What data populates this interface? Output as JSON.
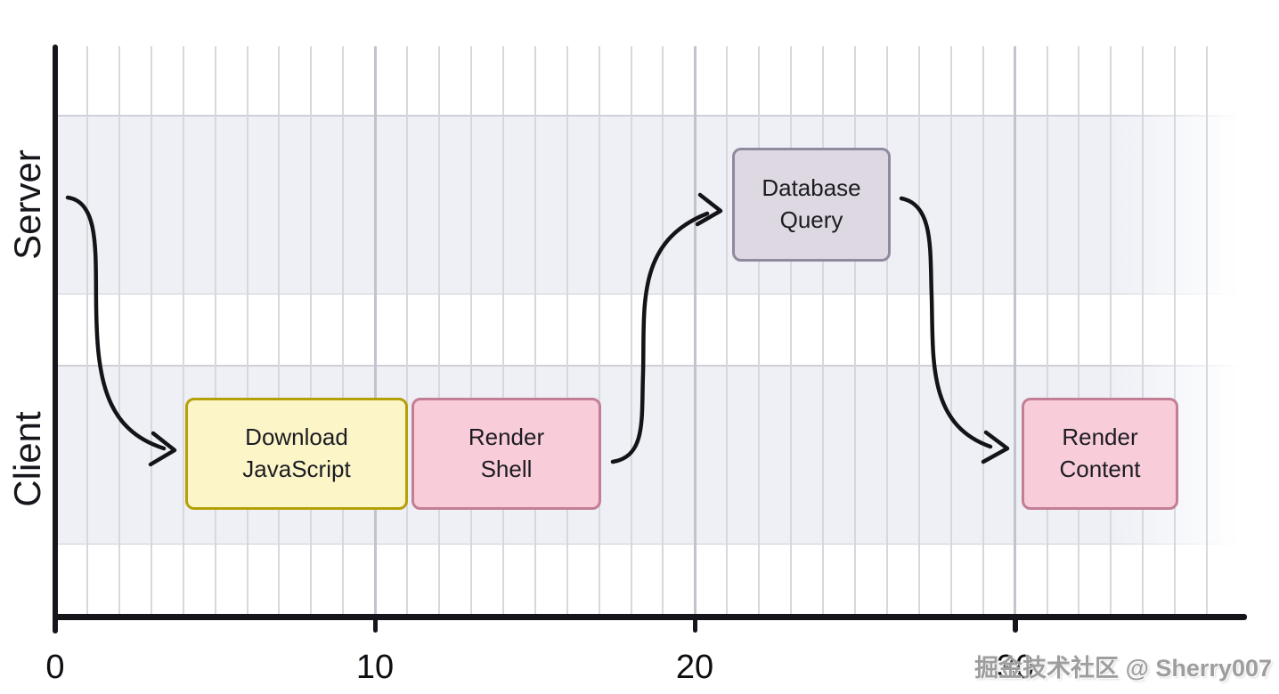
{
  "watermark": {
    "text": "掘金技术社区 @ Sherry007"
  },
  "chart_data": {
    "type": "gantt",
    "title": "",
    "x_axis": {
      "min": 0,
      "max": 36,
      "minor_step": 1,
      "major_step": 10,
      "tick_values": [
        0,
        10,
        20,
        30
      ],
      "tick_labels": [
        "0",
        "10",
        "20",
        "30"
      ],
      "grid": true
    },
    "lanes": [
      {
        "label": "Server",
        "tasks": [
          {
            "label": "Database Query",
            "display": "Database\nQuery",
            "start": 21,
            "end": 26,
            "color": "#ddd8e2",
            "border_color": "#8f8a9e"
          }
        ]
      },
      {
        "label": "Client",
        "tasks": [
          {
            "label": "Download JavaScript",
            "display": "Download\nJavaScript",
            "start": 4,
            "end": 11,
            "color": "#fbf5c8",
            "border_color": "#b5a008"
          },
          {
            "label": "Render Shell",
            "display": "Render\nShell",
            "start": 11,
            "end": 17,
            "color": "#f8ccd9",
            "border_color": "#c37e95"
          },
          {
            "label": "Render Content",
            "display": "Render\nContent",
            "start": 30,
            "end": 35,
            "color": "#f8ccd9",
            "border_color": "#c37e95"
          }
        ]
      }
    ],
    "arrows": [
      {
        "from": "timeline-start (Server lane, t=0)",
        "to": "Download JavaScript"
      },
      {
        "from": "Render Shell",
        "to": "Database Query"
      },
      {
        "from": "Database Query",
        "to": "Render Content"
      }
    ],
    "colors": {
      "band_fill": "#eef0f6",
      "gridline_minor": "#d7d8dd",
      "gridline_major": "#c2c3cd",
      "axis": "#15151b",
      "arrow": "#141418"
    },
    "legend": "none"
  }
}
